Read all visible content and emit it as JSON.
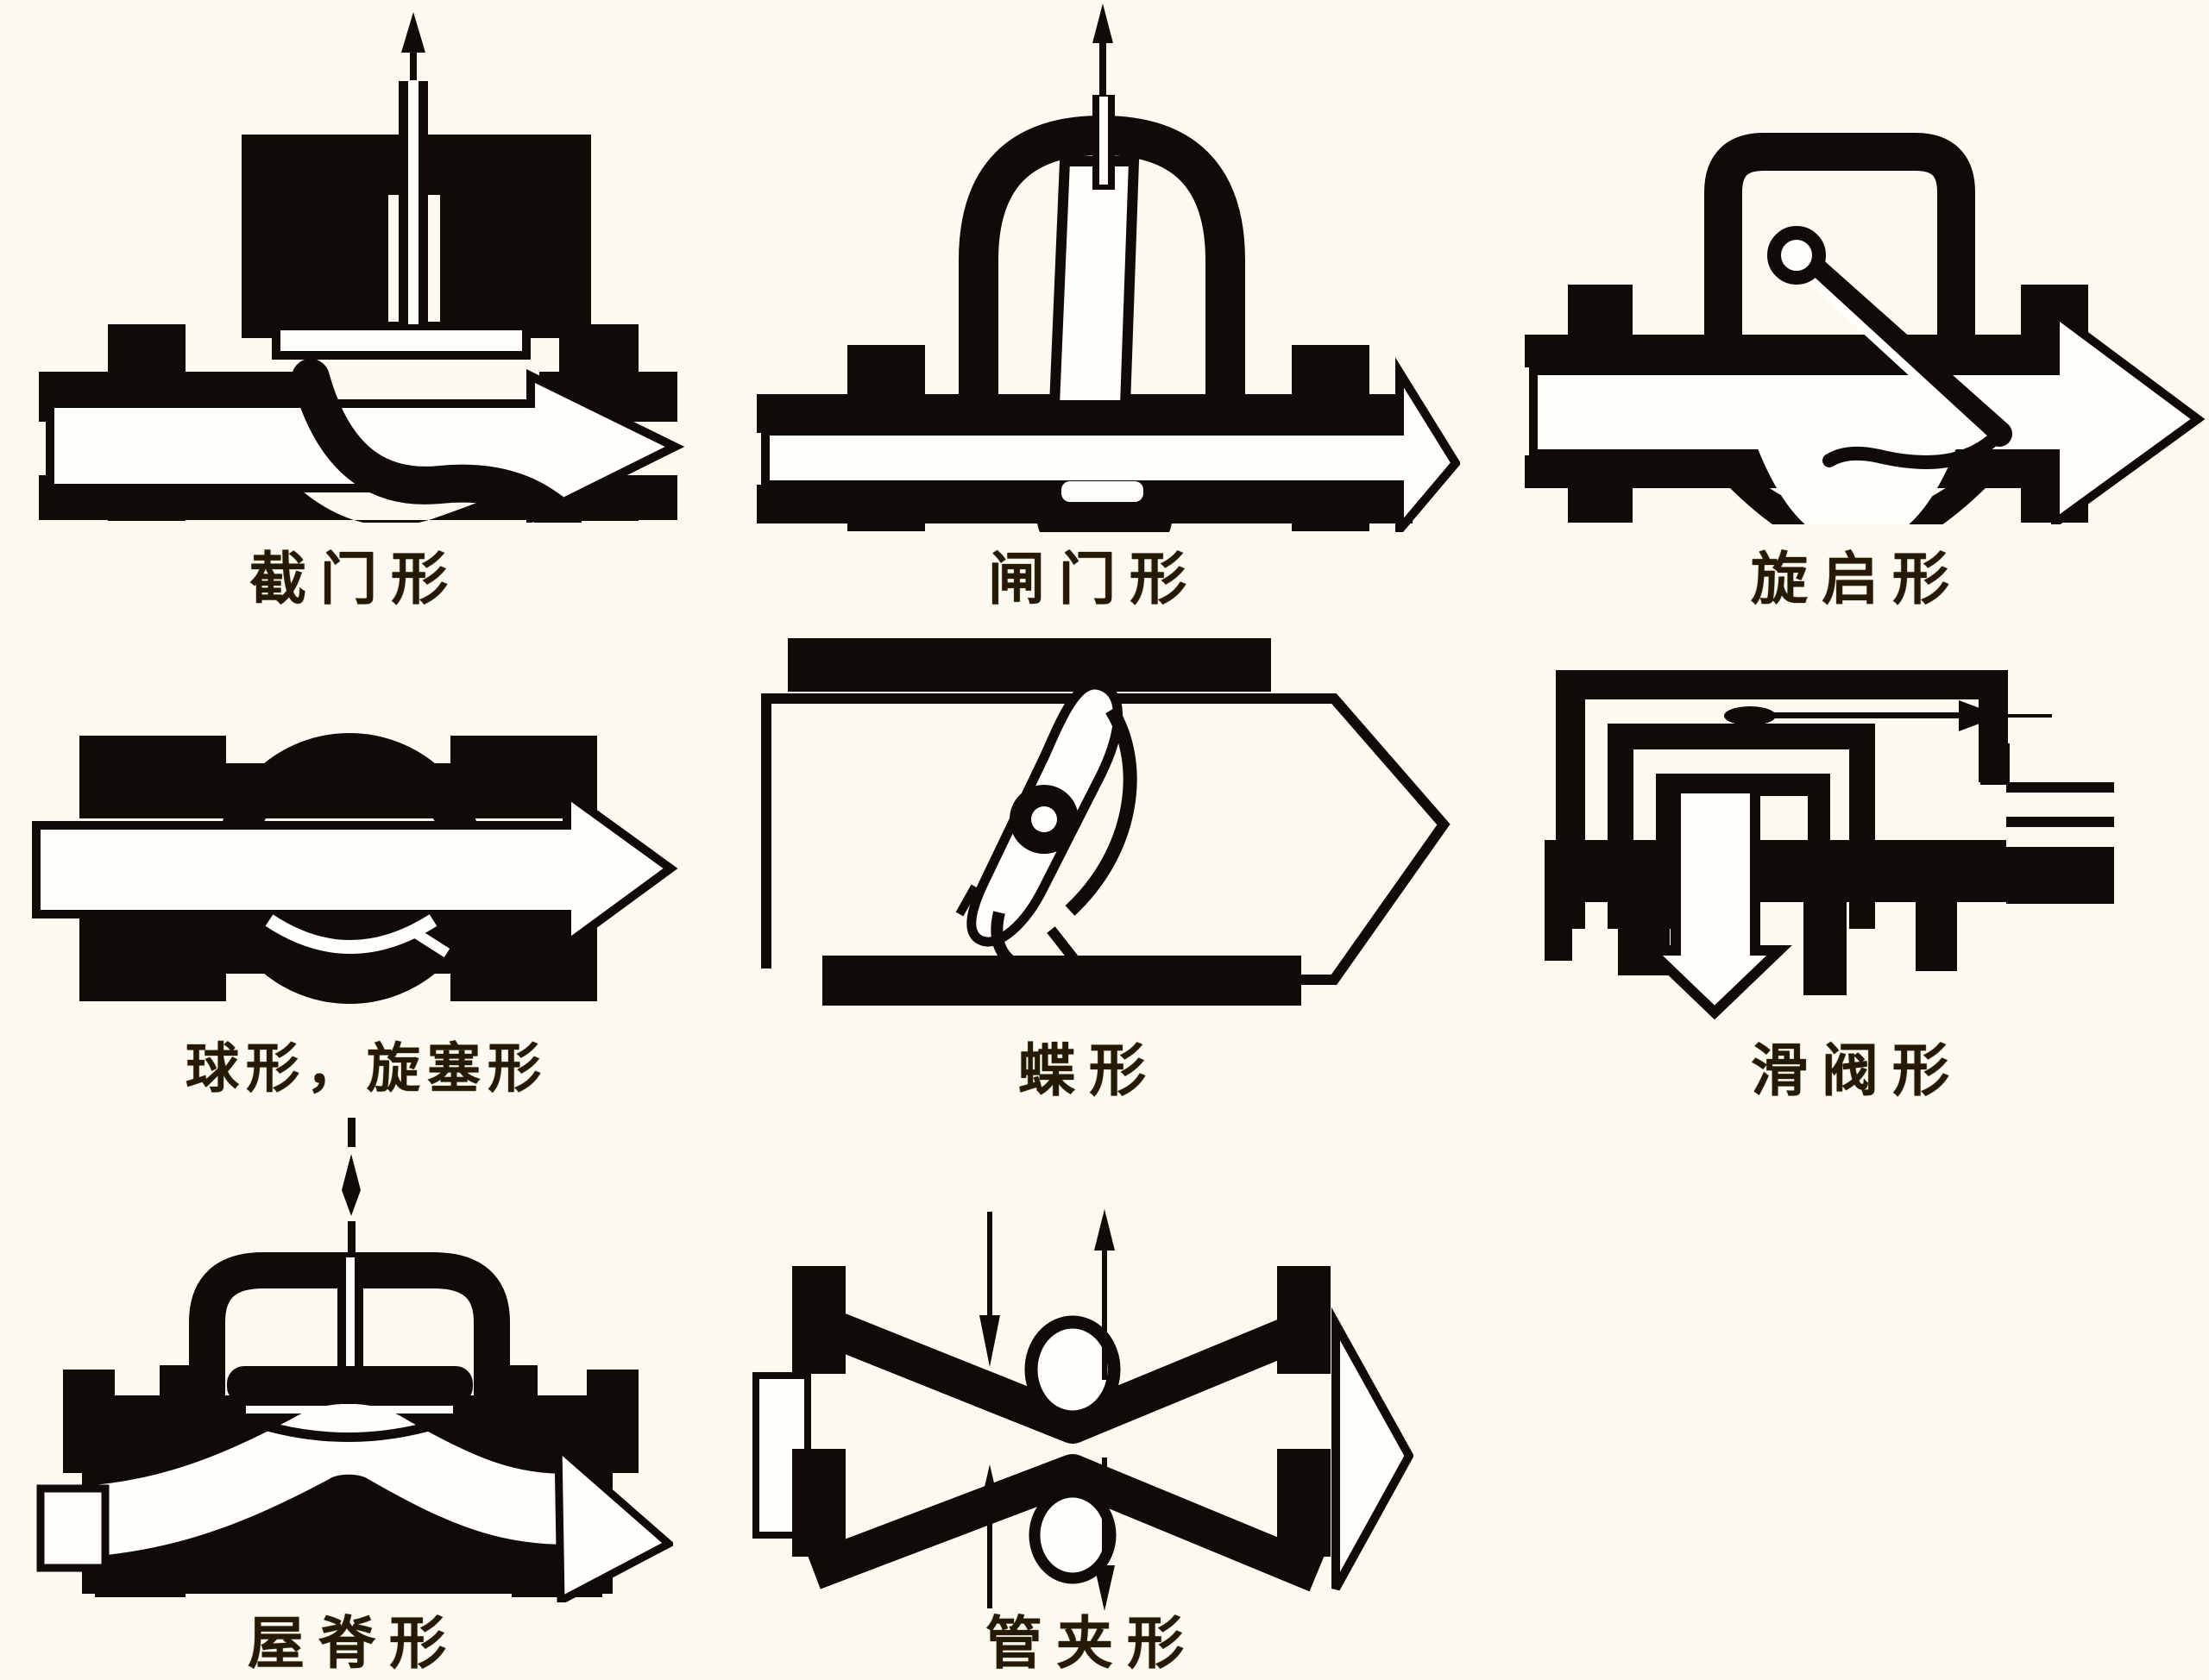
{
  "page": {
    "title": "Valve type cross-section diagrams",
    "background_color": "#fcf9f0",
    "ink_color": "#0f0c07",
    "label_color": "#241a06",
    "flow_arrow_fill": "#fffef8"
  },
  "diagrams": [
    {
      "id": "globe",
      "label": "截门形",
      "icon": "globe-valve-section",
      "flow_direction": "right"
    },
    {
      "id": "gate",
      "label": "闸门形",
      "icon": "gate-valve-section",
      "flow_direction": "right"
    },
    {
      "id": "swing",
      "label": "旋启形",
      "icon": "swing-check-valve-section",
      "flow_direction": "right"
    },
    {
      "id": "ball-plug",
      "label": "球形，旋塞形",
      "icon": "ball-plug-valve-section",
      "flow_direction": "right"
    },
    {
      "id": "butterfly",
      "label": "蝶形",
      "icon": "butterfly-valve-section",
      "flow_direction": "right"
    },
    {
      "id": "slide",
      "label": "滑阀形",
      "icon": "slide-valve-section",
      "flow_direction": "down"
    },
    {
      "id": "weir",
      "label": "屋脊形",
      "icon": "weir-diaphragm-valve-section",
      "flow_direction": "right"
    },
    {
      "id": "pinch",
      "label": "管夹形",
      "icon": "pinch-valve-section",
      "flow_direction": "right"
    }
  ]
}
